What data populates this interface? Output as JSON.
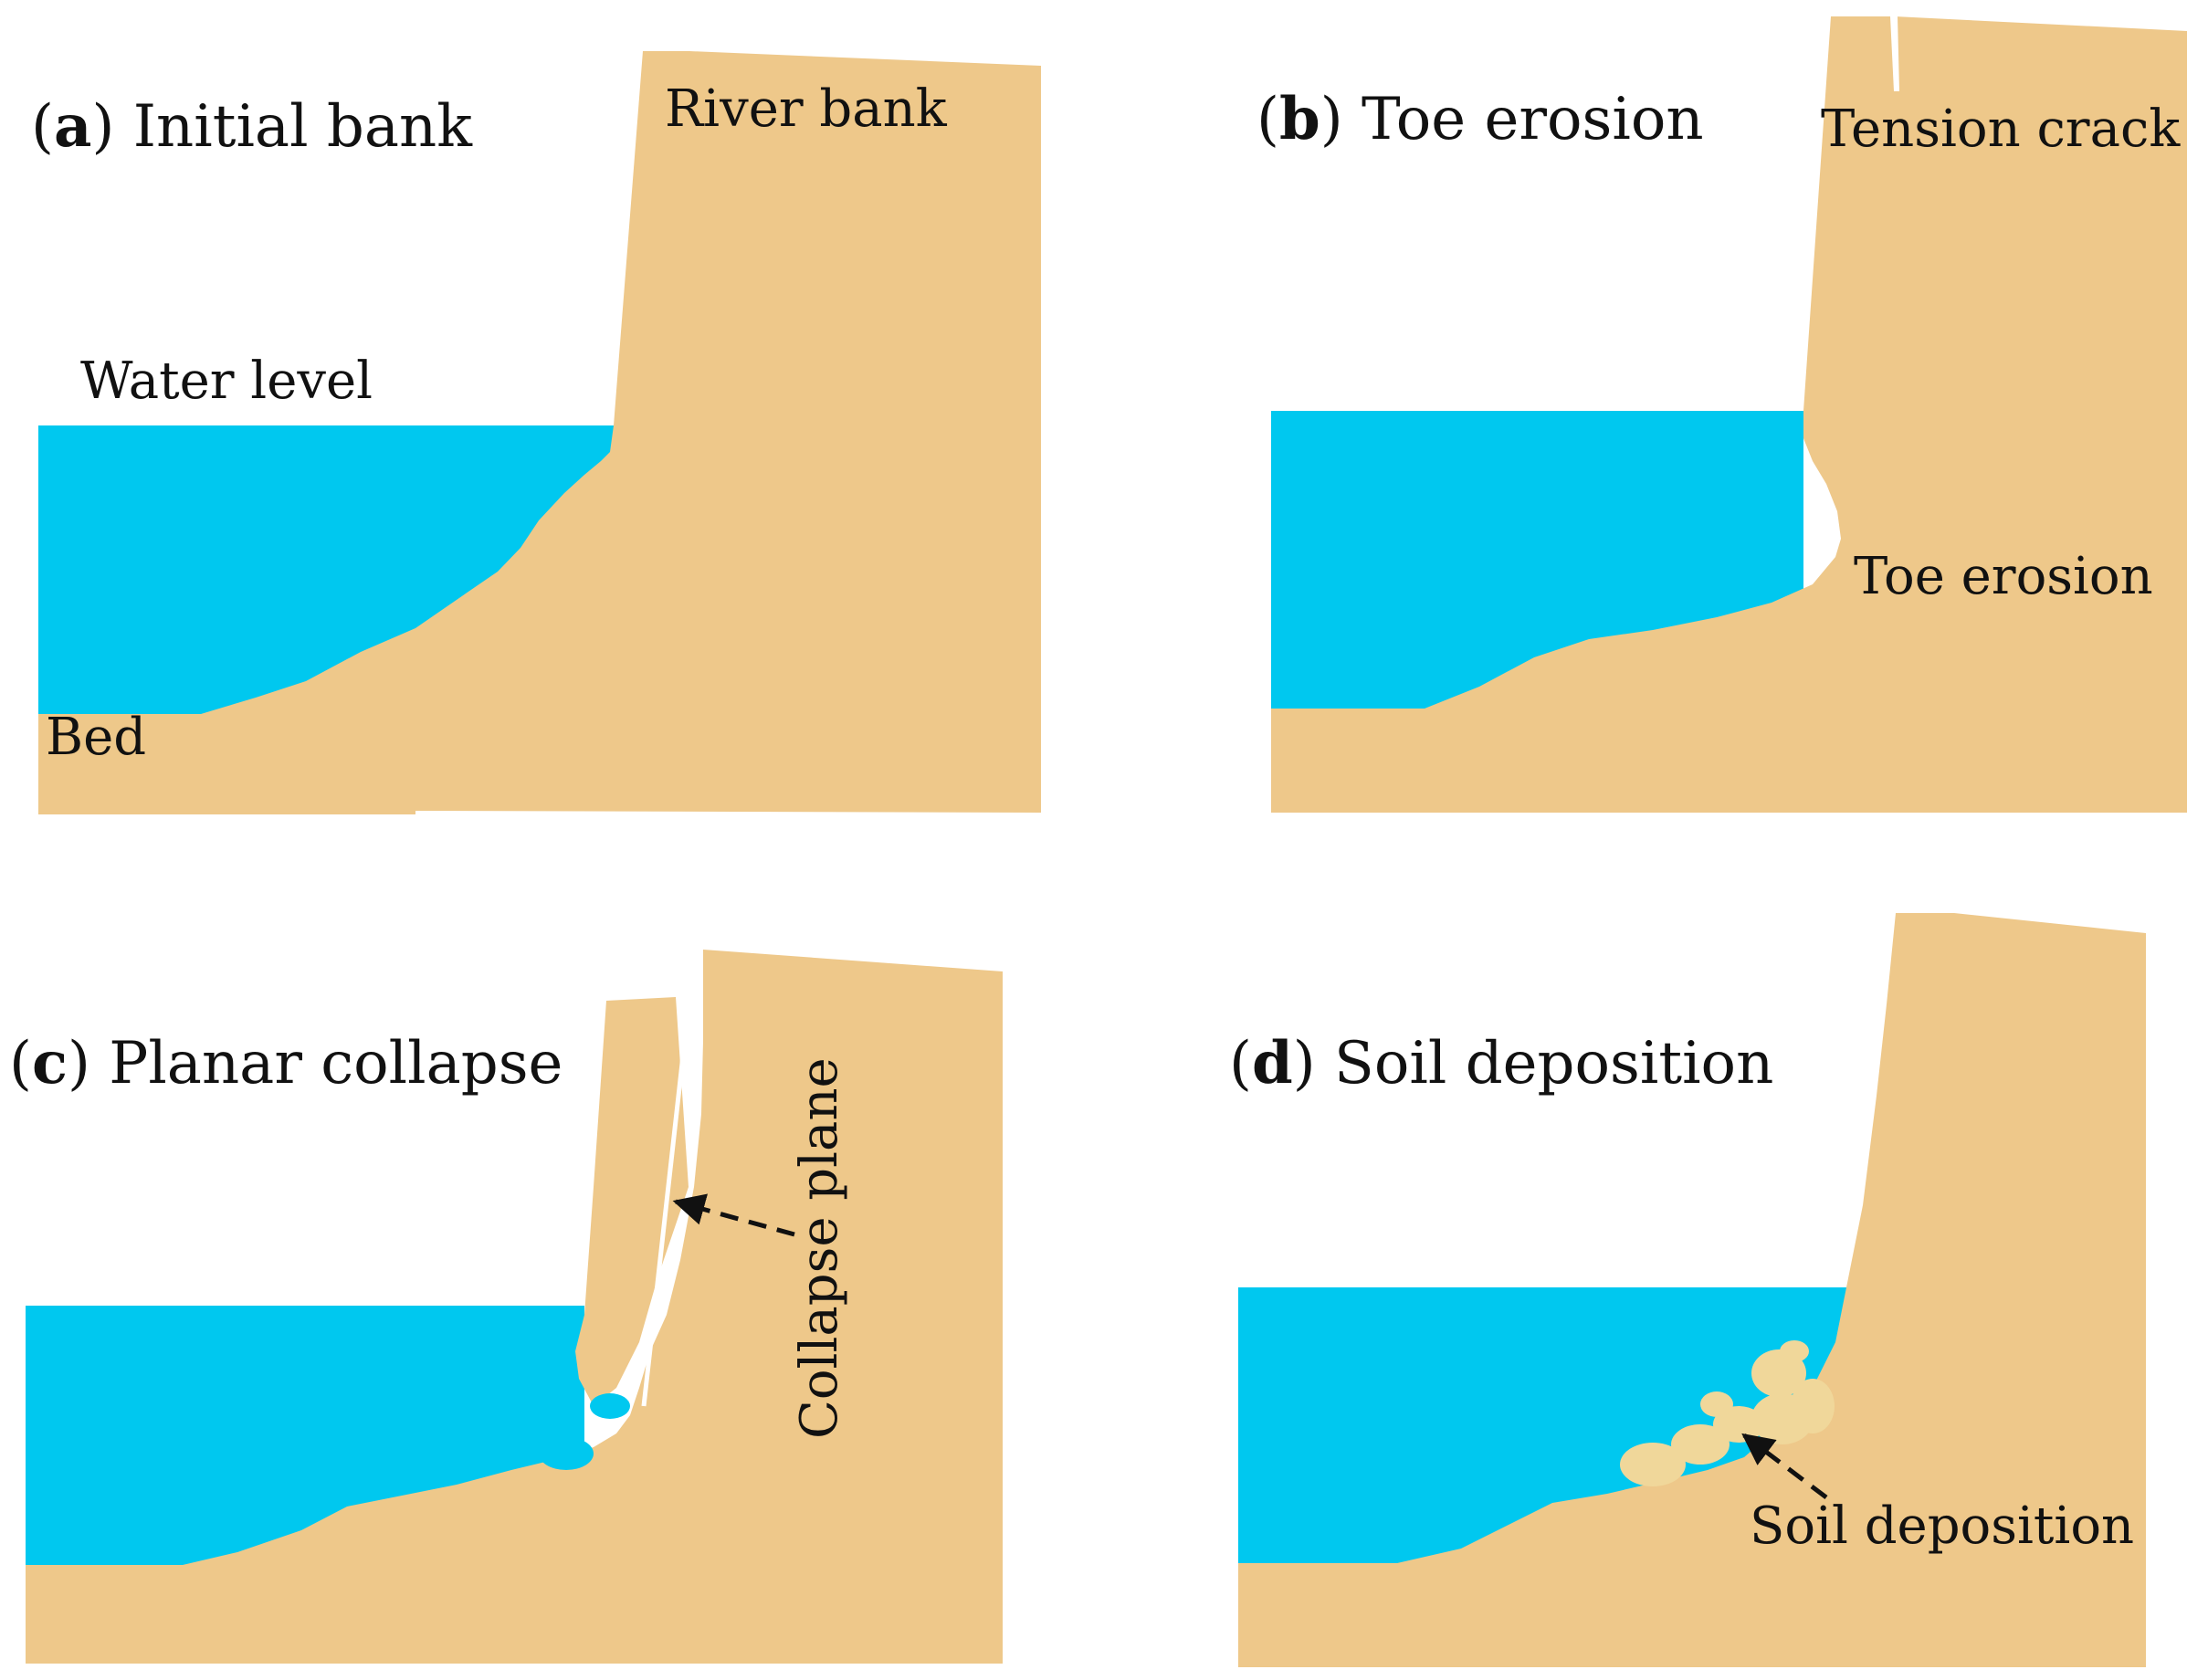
{
  "colors": {
    "water": "#00c8ef",
    "soil": "#eec88a",
    "deposit": "#f0d79a",
    "arrow": "#111111",
    "background": "#ffffff"
  },
  "panels": {
    "a": {
      "letter": "a",
      "title": " Initial bank",
      "labels": {
        "river_bank": "River bank",
        "water_level": "Water level",
        "bed": "Bed"
      }
    },
    "b": {
      "letter": "b",
      "title": " Toe erosion",
      "labels": {
        "tension_crack": "Tension crack",
        "toe_erosion": "Toe erosion"
      }
    },
    "c": {
      "letter": "c",
      "title": " Planar collapse",
      "labels": {
        "collapse_plane": "Collapse plane"
      }
    },
    "d": {
      "letter": "d",
      "title": " Soil deposition",
      "labels": {
        "soil_deposition": "Soil deposition"
      }
    }
  }
}
